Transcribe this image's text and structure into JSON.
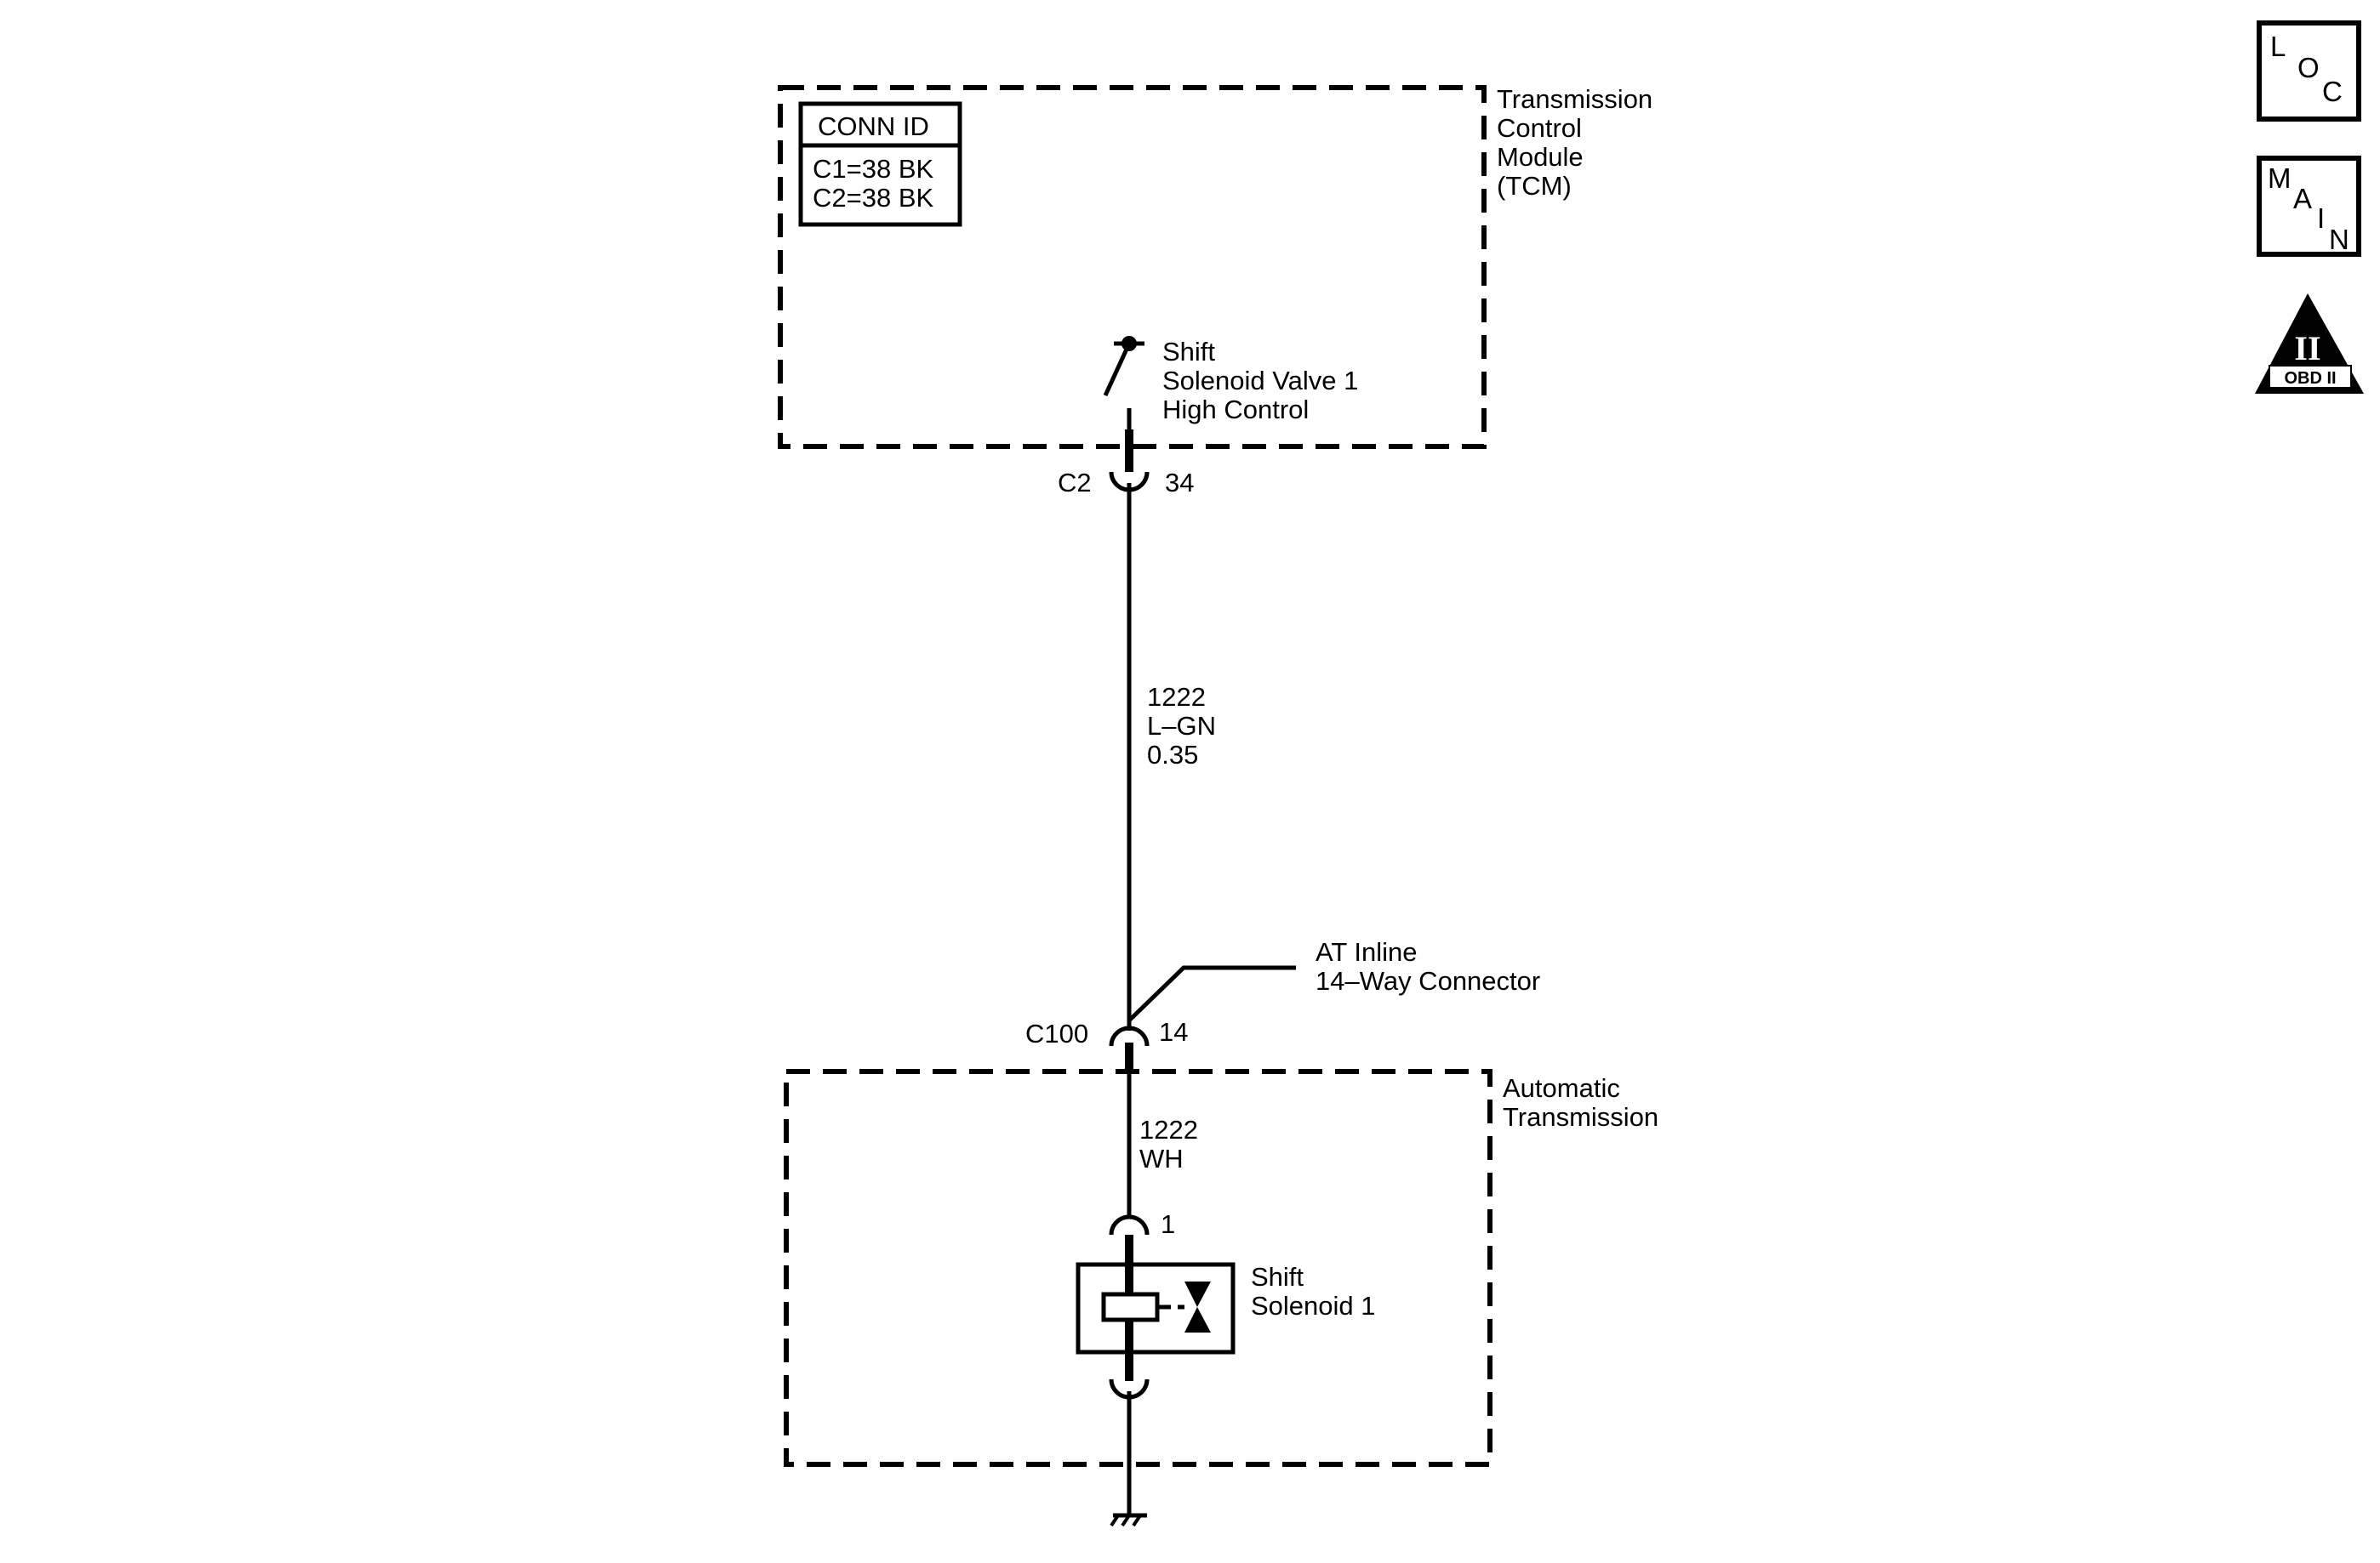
{
  "tcm": {
    "name_lines": [
      "Transmission",
      "Control",
      "Module",
      "(TCM)"
    ],
    "conn_id": {
      "title": "CONN ID",
      "rows": [
        "C1=38 BK",
        "C2=38 BK"
      ]
    },
    "switch_label_lines": [
      "Shift",
      "Solenoid Valve 1",
      "High Control"
    ],
    "connector": {
      "name": "C2",
      "pin": "34"
    }
  },
  "wire_upper": {
    "lines": [
      "1222",
      "L–GN",
      "0.35"
    ]
  },
  "inline_connector": {
    "label_lines": [
      "AT Inline",
      "14–Way Connector"
    ],
    "name": "C100",
    "pin": "14"
  },
  "transmission": {
    "name_lines": [
      "Automatic",
      "Transmission"
    ],
    "wire_lower": {
      "lines": [
        "1222",
        "WH"
      ]
    },
    "solenoid_pin": "1",
    "solenoid_label_lines": [
      "Shift",
      "Solenoid 1"
    ]
  },
  "badges": {
    "loc": [
      "L",
      "O",
      "C"
    ],
    "main": [
      "M",
      "A",
      "I",
      "N"
    ],
    "obd": {
      "numeral": "II",
      "label": "OBD II"
    }
  },
  "icons": [
    "switch-icon",
    "connector-icon",
    "solenoid-icon",
    "valve-icon",
    "ground-icon"
  ],
  "colors": {
    "ink": "#000000",
    "background": "#ffffff"
  }
}
